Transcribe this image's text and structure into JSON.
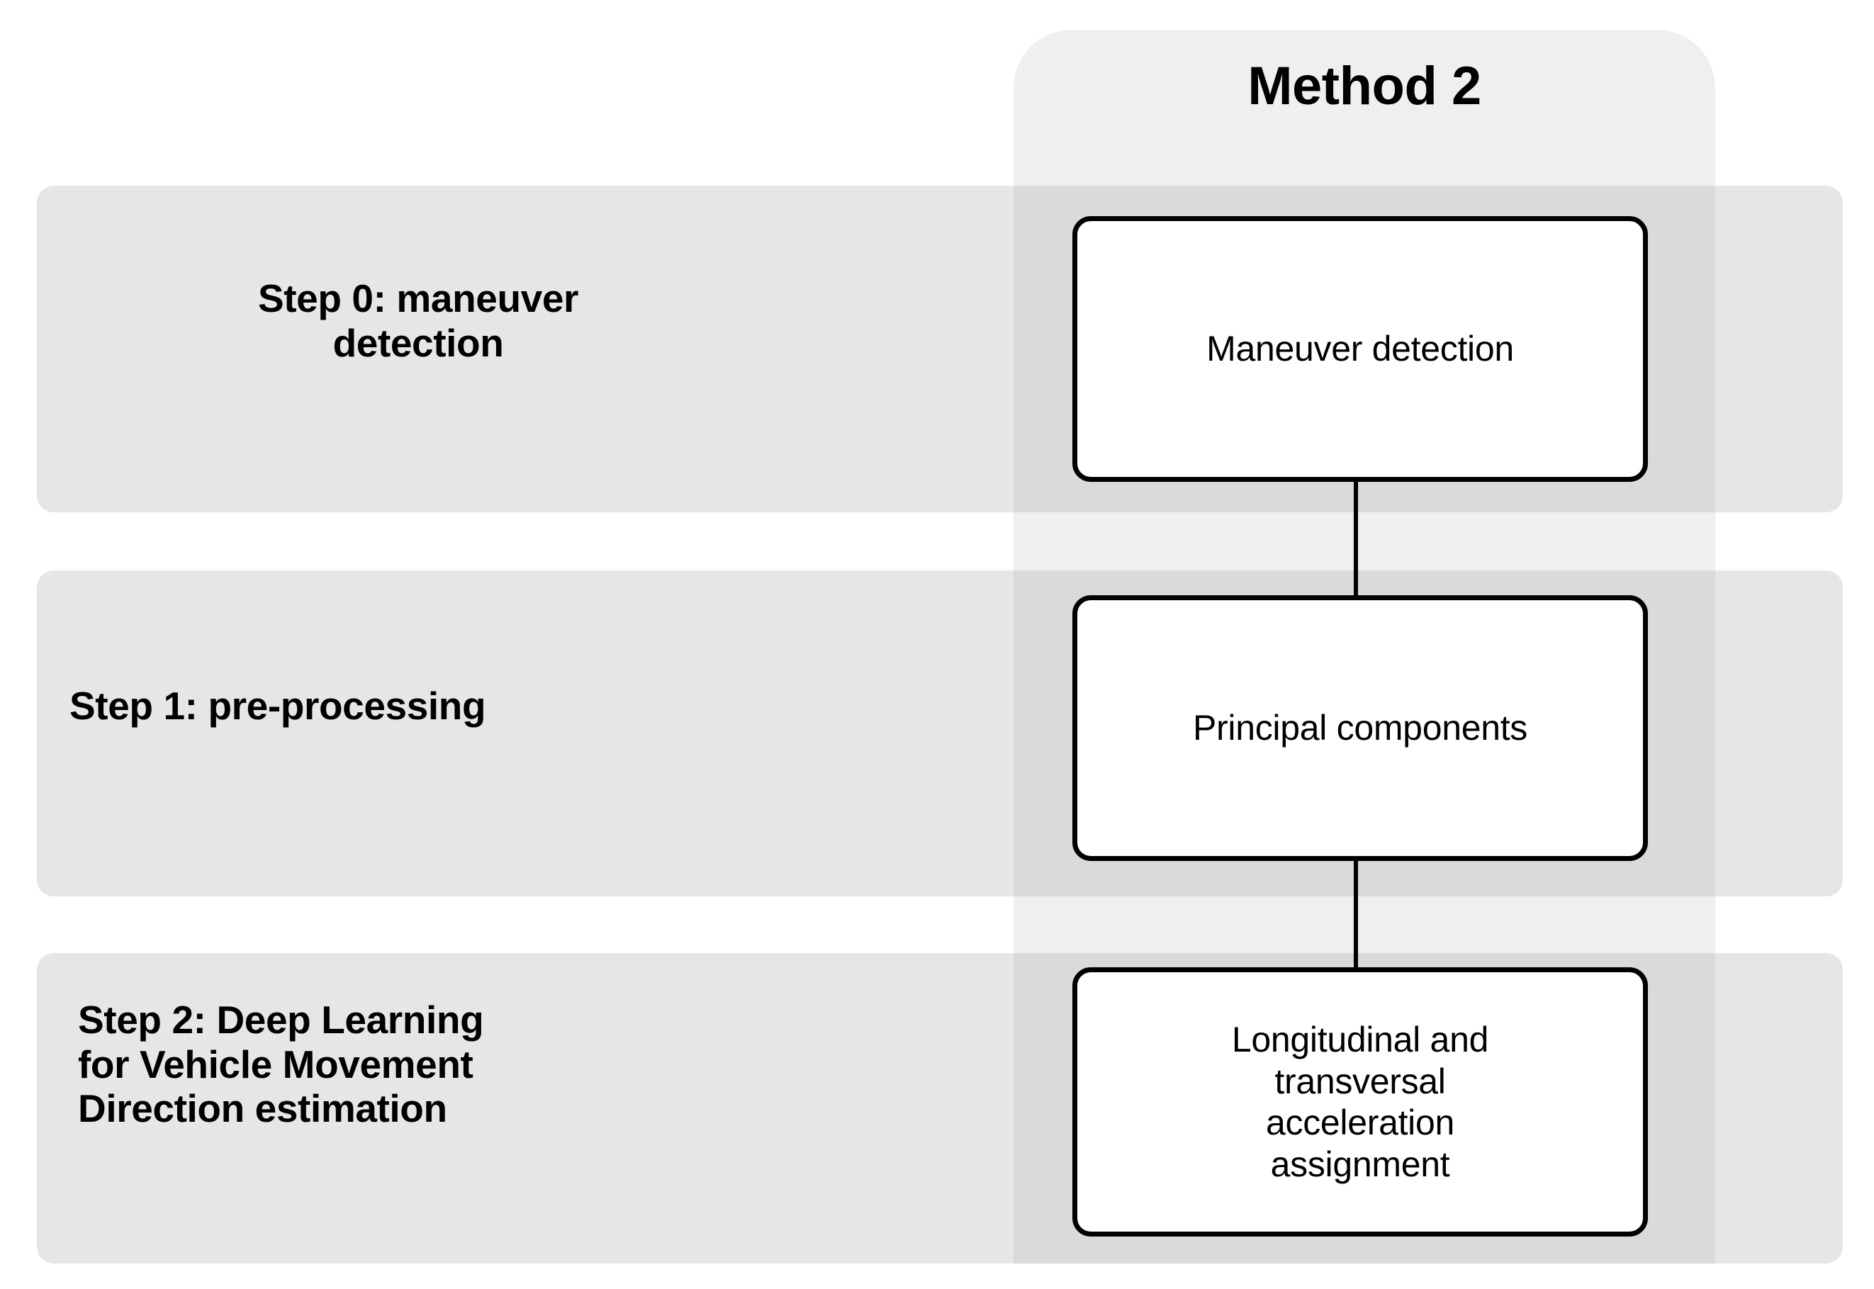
{
  "diagram": {
    "column": {
      "title": "Method 2",
      "band_color": "#efefef",
      "intersect_color": "#dadada"
    },
    "row_band_color": "#e6e6e6",
    "box_border_color": "#000000",
    "box_fill_color": "#ffffff",
    "connector_color": "#000000",
    "steps": [
      {
        "id": "step-0",
        "label": "Step 0: maneuver detection",
        "label_lines": [
          "Step 0: maneuver",
          "detection"
        ],
        "box_label": "Maneuver detection",
        "box_lines": [
          "Maneuver detection"
        ]
      },
      {
        "id": "step-1",
        "label": "Step 1: pre-processing",
        "label_lines": [
          "Step 1: pre-processing"
        ],
        "box_label": "Principal components",
        "box_lines": [
          "Principal components"
        ]
      },
      {
        "id": "step-2",
        "label": "Step 2: Deep Learning for Vehicle Movement Direction estimation",
        "label_lines": [
          "Step 2: Deep Learning",
          "for Vehicle Movement",
          "Direction estimation"
        ],
        "box_label": "Longitudinal and transversal acceleration assignment",
        "box_lines": [
          "Longitudinal and",
          "transversal",
          "acceleration",
          "assignment"
        ]
      }
    ],
    "connectors": [
      {
        "from": "step-0",
        "to": "step-1"
      },
      {
        "from": "step-1",
        "to": "step-2"
      }
    ]
  }
}
